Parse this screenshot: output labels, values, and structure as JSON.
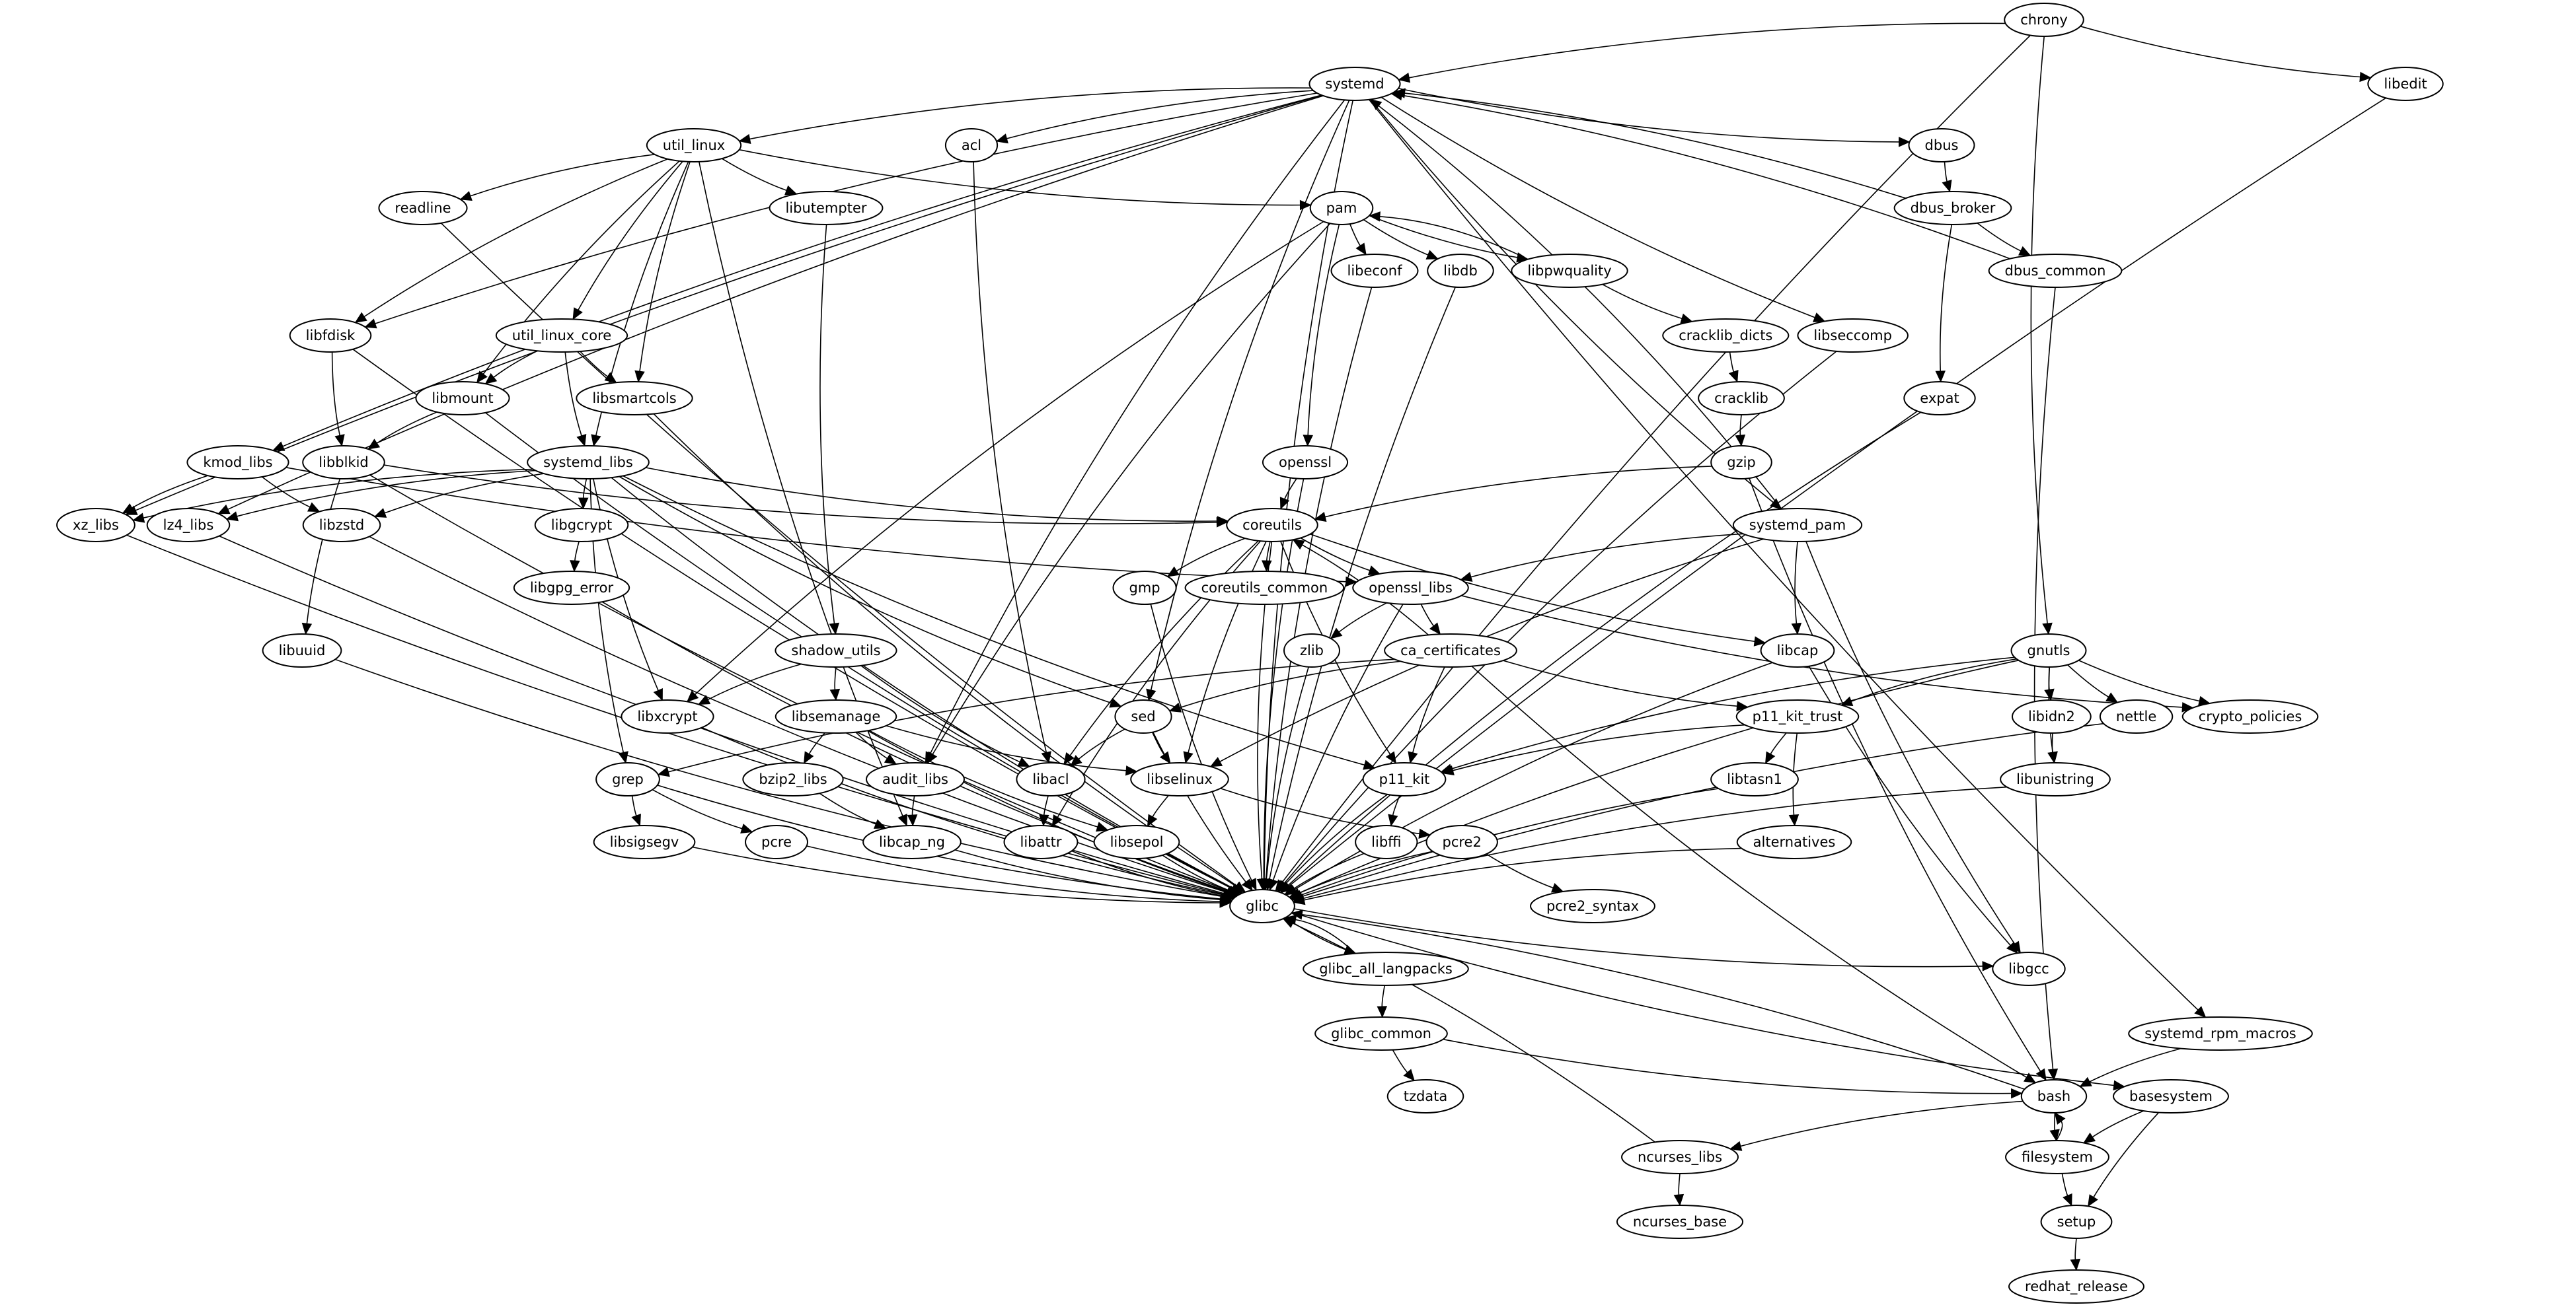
{
  "graph": {
    "title": "package dependency graph",
    "nodes": [
      "chrony",
      "systemd",
      "libedit",
      "util_linux",
      "acl",
      "dbus",
      "readline",
      "libutempter",
      "pam",
      "dbus_broker",
      "libeconf",
      "libdb",
      "libpwquality",
      "dbus_common",
      "libfdisk",
      "util_linux_core",
      "cracklib_dicts",
      "libseccomp",
      "libmount",
      "libsmartcols",
      "cracklib",
      "expat",
      "kmod_libs",
      "libblkid",
      "systemd_libs",
      "openssl",
      "gzip",
      "xz_libs",
      "lz4_libs",
      "libzstd",
      "libgcrypt",
      "coreutils",
      "systemd_pam",
      "libgpg_error",
      "gmp",
      "coreutils_common",
      "openssl_libs",
      "libuuid",
      "shadow_utils",
      "zlib",
      "ca_certificates",
      "libcap",
      "gnutls",
      "libxcrypt",
      "libsemanage",
      "sed",
      "p11_kit_trust",
      "libidn2",
      "nettle",
      "crypto_policies",
      "grep",
      "bzip2_libs",
      "audit_libs",
      "libacl",
      "libselinux",
      "p11_kit",
      "libtasn1",
      "libunistring",
      "libsigsegv",
      "pcre",
      "libcap_ng",
      "libattr",
      "libsepol",
      "libffi",
      "pcre2",
      "alternatives",
      "glibc",
      "pcre2_syntax",
      "libgcc",
      "glibc_all_langpacks",
      "glibc_common",
      "systemd_rpm_macros",
      "tzdata",
      "bash",
      "basesystem",
      "ncurses_libs",
      "filesystem",
      "setup",
      "ncurses_base",
      "redhat_release"
    ],
    "edges": [
      [
        "chrony",
        "systemd"
      ],
      [
        "chrony",
        "libedit"
      ],
      [
        "chrony",
        "glibc"
      ],
      [
        "chrony",
        "gnutls"
      ],
      [
        "systemd",
        "util_linux"
      ],
      [
        "systemd",
        "acl"
      ],
      [
        "systemd",
        "dbus"
      ],
      [
        "systemd",
        "libfdisk"
      ],
      [
        "systemd",
        "kmod_libs"
      ],
      [
        "systemd",
        "xz_libs"
      ],
      [
        "systemd",
        "lz4_libs"
      ],
      [
        "systemd",
        "libseccomp"
      ],
      [
        "systemd",
        "audit_libs"
      ],
      [
        "systemd",
        "sed"
      ],
      [
        "systemd",
        "systemd_pam"
      ],
      [
        "systemd",
        "systemd_rpm_macros"
      ],
      [
        "systemd",
        "glibc"
      ],
      [
        "systemd_pam",
        "systemd"
      ],
      [
        "dbus_broker",
        "systemd"
      ],
      [
        "dbus_common",
        "systemd"
      ],
      [
        "dbus",
        "dbus_broker"
      ],
      [
        "dbus_broker",
        "dbus_common"
      ],
      [
        "dbus_broker",
        "expat"
      ],
      [
        "dbus_common",
        "bash"
      ],
      [
        "util_linux",
        "readline"
      ],
      [
        "util_linux",
        "libutempter"
      ],
      [
        "util_linux",
        "pam"
      ],
      [
        "util_linux",
        "libfdisk"
      ],
      [
        "util_linux",
        "util_linux_core"
      ],
      [
        "util_linux",
        "libmount"
      ],
      [
        "util_linux",
        "libsmartcols"
      ],
      [
        "util_linux",
        "systemd_libs"
      ],
      [
        "util_linux",
        "libcap_ng"
      ],
      [
        "util_linux_core",
        "libmount"
      ],
      [
        "util_linux_core",
        "libsmartcols"
      ],
      [
        "util_linux_core",
        "systemd_libs"
      ],
      [
        "libfdisk",
        "libblkid"
      ],
      [
        "libfdisk",
        "glibc"
      ],
      [
        "libmount",
        "libblkid"
      ],
      [
        "libmount",
        "glibc"
      ],
      [
        "libsmartcols",
        "glibc"
      ],
      [
        "libblkid",
        "libuuid"
      ],
      [
        "libblkid",
        "coreutils"
      ],
      [
        "libblkid",
        "glibc"
      ],
      [
        "kmod_libs",
        "xz_libs"
      ],
      [
        "kmod_libs",
        "libzstd"
      ],
      [
        "kmod_libs",
        "openssl_libs"
      ],
      [
        "systemd_libs",
        "xz_libs"
      ],
      [
        "systemd_libs",
        "lz4_libs"
      ],
      [
        "systemd_libs",
        "libzstd"
      ],
      [
        "systemd_libs",
        "libgcrypt"
      ],
      [
        "systemd_libs",
        "coreutils"
      ],
      [
        "systemd_libs",
        "libxcrypt"
      ],
      [
        "systemd_libs",
        "grep"
      ],
      [
        "systemd_libs",
        "sed"
      ],
      [
        "systemd_libs",
        "p11_kit"
      ],
      [
        "systemd_libs",
        "glibc"
      ],
      [
        "libgcrypt",
        "libgpg_error"
      ],
      [
        "libgpg_error",
        "glibc"
      ],
      [
        "acl",
        "libacl"
      ],
      [
        "readline",
        "glibc"
      ],
      [
        "libutempter",
        "shadow_utils"
      ],
      [
        "pam",
        "libeconf"
      ],
      [
        "pam",
        "libdb"
      ],
      [
        "pam",
        "libpwquality"
      ],
      [
        "pam",
        "openssl"
      ],
      [
        "pam",
        "libxcrypt"
      ],
      [
        "pam",
        "audit_libs"
      ],
      [
        "libpwquality",
        "pam"
      ],
      [
        "libpwquality",
        "cracklib_dicts"
      ],
      [
        "cracklib_dicts",
        "cracklib"
      ],
      [
        "cracklib",
        "gzip"
      ],
      [
        "gzip",
        "coreutils"
      ],
      [
        "gzip",
        "bash"
      ],
      [
        "libeconf",
        "glibc"
      ],
      [
        "libdb",
        "glibc"
      ],
      [
        "libseccomp",
        "glibc"
      ],
      [
        "expat",
        "glibc"
      ],
      [
        "openssl",
        "coreutils"
      ],
      [
        "openssl",
        "glibc"
      ],
      [
        "coreutils",
        "gmp"
      ],
      [
        "coreutils",
        "coreutils_common"
      ],
      [
        "coreutils",
        "openssl_libs"
      ],
      [
        "coreutils",
        "libacl"
      ],
      [
        "coreutils",
        "libattr"
      ],
      [
        "coreutils",
        "libcap"
      ],
      [
        "coreutils",
        "libselinux"
      ],
      [
        "coreutils",
        "p11_kit"
      ],
      [
        "coreutils",
        "glibc"
      ],
      [
        "systemd_pam",
        "openssl_libs"
      ],
      [
        "systemd_pam",
        "libcap"
      ],
      [
        "systemd_pam",
        "libselinux"
      ],
      [
        "systemd_pam",
        "libgcc"
      ],
      [
        "openssl_libs",
        "zlib"
      ],
      [
        "openssl_libs",
        "ca_certificates"
      ],
      [
        "openssl_libs",
        "crypto_policies"
      ],
      [
        "openssl_libs",
        "glibc"
      ],
      [
        "ca_certificates",
        "coreutils"
      ],
      [
        "ca_certificates",
        "sed"
      ],
      [
        "ca_certificates",
        "grep"
      ],
      [
        "ca_certificates",
        "p11_kit"
      ],
      [
        "ca_certificates",
        "p11_kit_trust"
      ],
      [
        "ca_certificates",
        "bash"
      ],
      [
        "gmp",
        "glibc"
      ],
      [
        "zlib",
        "glibc"
      ],
      [
        "libcap",
        "glibc"
      ],
      [
        "libcap",
        "libgcc"
      ],
      [
        "shadow_utils",
        "libxcrypt"
      ],
      [
        "shadow_utils",
        "libsemanage"
      ],
      [
        "shadow_utils",
        "libacl"
      ],
      [
        "libsemanage",
        "bzip2_libs"
      ],
      [
        "libsemanage",
        "audit_libs"
      ],
      [
        "libsemanage",
        "libselinux"
      ],
      [
        "libsemanage",
        "libsepol"
      ],
      [
        "libsemanage",
        "glibc"
      ],
      [
        "sed",
        "libacl"
      ],
      [
        "sed",
        "libselinux"
      ],
      [
        "sed",
        "glibc"
      ],
      [
        "gnutls",
        "libidn2"
      ],
      [
        "gnutls",
        "nettle"
      ],
      [
        "gnutls",
        "crypto_policies"
      ],
      [
        "gnutls",
        "libunistring"
      ],
      [
        "gnutls",
        "p11_kit"
      ],
      [
        "gnutls",
        "p11_kit_trust"
      ],
      [
        "gnutls",
        "glibc"
      ],
      [
        "libidn2",
        "libunistring"
      ],
      [
        "libunistring",
        "glibc"
      ],
      [
        "nettle",
        "glibc"
      ],
      [
        "p11_kit_trust",
        "libtasn1"
      ],
      [
        "p11_kit_trust",
        "alternatives"
      ],
      [
        "p11_kit_trust",
        "p11_kit"
      ],
      [
        "libxcrypt",
        "glibc"
      ],
      [
        "grep",
        "libsigsegv"
      ],
      [
        "grep",
        "pcre"
      ],
      [
        "grep",
        "glibc"
      ],
      [
        "bzip2_libs",
        "libcap_ng"
      ],
      [
        "audit_libs",
        "libcap_ng"
      ],
      [
        "libacl",
        "libattr"
      ],
      [
        "libselinux",
        "libsepol"
      ],
      [
        "libselinux",
        "pcre2"
      ],
      [
        "p11_kit",
        "libffi"
      ],
      [
        "p11_kit",
        "glibc"
      ],
      [
        "libtasn1",
        "glibc"
      ],
      [
        "alternatives",
        "glibc"
      ],
      [
        "libsigsegv",
        "glibc"
      ],
      [
        "pcre",
        "glibc"
      ],
      [
        "libcap_ng",
        "glibc"
      ],
      [
        "libattr",
        "glibc"
      ],
      [
        "libsepol",
        "glibc"
      ],
      [
        "libffi",
        "glibc"
      ],
      [
        "pcre2",
        "glibc"
      ],
      [
        "pcre2",
        "pcre2_syntax"
      ],
      [
        "libedit",
        "glibc"
      ],
      [
        "xz_libs",
        "glibc"
      ],
      [
        "lz4_libs",
        "glibc"
      ],
      [
        "libzstd",
        "glibc"
      ],
      [
        "libuuid",
        "glibc"
      ],
      [
        "glibc",
        "glibc_all_langpacks"
      ],
      [
        "glibc_all_langpacks",
        "glibc"
      ],
      [
        "glibc_all_langpacks",
        "glibc_common"
      ],
      [
        "glibc",
        "libgcc"
      ],
      [
        "glibc",
        "basesystem"
      ],
      [
        "glibc_common",
        "bash"
      ],
      [
        "glibc_common",
        "tzdata"
      ],
      [
        "systemd_rpm_macros",
        "bash"
      ],
      [
        "bash",
        "glibc"
      ],
      [
        "bash",
        "ncurses_libs"
      ],
      [
        "bash",
        "filesystem"
      ],
      [
        "filesystem",
        "bash"
      ],
      [
        "basesystem",
        "filesystem"
      ],
      [
        "basesystem",
        "setup"
      ],
      [
        "filesystem",
        "setup"
      ],
      [
        "setup",
        "redhat_release"
      ],
      [
        "ncurses_libs",
        "glibc"
      ],
      [
        "ncurses_libs",
        "ncurses_base"
      ]
    ]
  }
}
